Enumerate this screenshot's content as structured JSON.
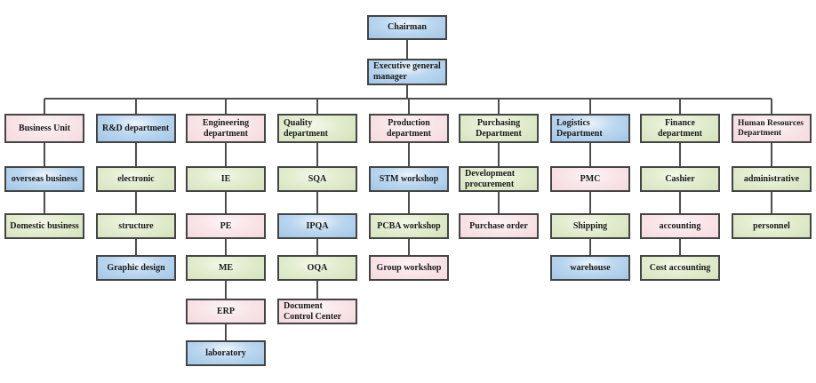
{
  "chart": {
    "root": {
      "label": "Chairman",
      "color": "blue"
    },
    "manager": {
      "label": "Executive general manager",
      "color": "blue"
    },
    "columns": [
      {
        "head": {
          "label": "Business Unit",
          "color": "pink"
        },
        "children": [
          {
            "label": "overseas business",
            "color": "blue"
          },
          {
            "label": "Domestic business",
            "color": "green"
          }
        ]
      },
      {
        "head": {
          "label": "R&D department",
          "color": "blue"
        },
        "children": [
          {
            "label": "electronic",
            "color": "green"
          },
          {
            "label": "structure",
            "color": "green"
          },
          {
            "label": "Graphic design",
            "color": "blue"
          }
        ]
      },
      {
        "head": {
          "label": "Engineering department",
          "color": "pink"
        },
        "children": [
          {
            "label": "IE",
            "color": "green"
          },
          {
            "label": "PE",
            "color": "pink"
          },
          {
            "label": "ME",
            "color": "green"
          },
          {
            "label": "ERP",
            "color": "pink"
          },
          {
            "label": "laboratory",
            "color": "blue"
          }
        ]
      },
      {
        "head": {
          "label": "Quality department",
          "color": "green"
        },
        "children": [
          {
            "label": "SQA",
            "color": "green"
          },
          {
            "label": "IPQA",
            "color": "blue"
          },
          {
            "label": "OQA",
            "color": "green"
          },
          {
            "label": "Document Control Center",
            "color": "pink"
          }
        ]
      },
      {
        "head": {
          "label": "Production department",
          "color": "pink"
        },
        "children": [
          {
            "label": "STM workshop",
            "color": "blue"
          },
          {
            "label": "PCBA workshop",
            "color": "green"
          },
          {
            "label": "Group workshop",
            "color": "pink"
          }
        ]
      },
      {
        "head": {
          "label": "Purchasing Department",
          "color": "green"
        },
        "children": [
          {
            "label": "Development procurement",
            "color": "green"
          },
          {
            "label": "Purchase order",
            "color": "pink"
          }
        ]
      },
      {
        "head": {
          "label": "Logistics Department",
          "color": "blue"
        },
        "children": [
          {
            "label": "PMC",
            "color": "pink"
          },
          {
            "label": "Shipping",
            "color": "green"
          },
          {
            "label": "warehouse",
            "color": "blue"
          }
        ]
      },
      {
        "head": {
          "label": "Finance department",
          "color": "green"
        },
        "children": [
          {
            "label": "Cashier",
            "color": "green"
          },
          {
            "label": "accounting",
            "color": "pink"
          },
          {
            "label": "Cost accounting",
            "color": "green"
          }
        ]
      },
      {
        "head": {
          "label": "Human Resources Department",
          "color": "pink"
        },
        "children": [
          {
            "label": "administrative",
            "color": "green"
          },
          {
            "label": "personnel",
            "color": "green"
          }
        ]
      }
    ],
    "palette": {
      "blue": "#a3c7e7",
      "green": "#d5e3bd",
      "pink": "#f5d9dd",
      "border": "#444444",
      "line": "#4d4d4d",
      "text": "#1a1a1a"
    }
  }
}
